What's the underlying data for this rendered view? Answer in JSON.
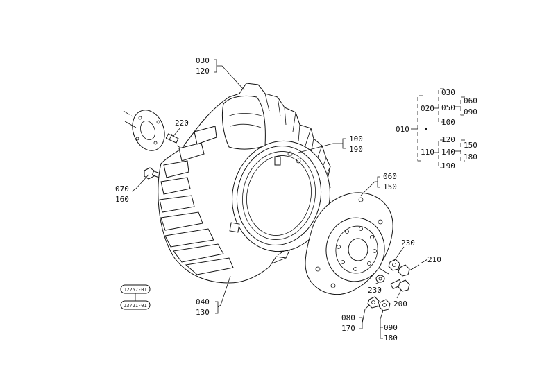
{
  "callouts": {
    "c030_120": [
      "030",
      "120"
    ],
    "c220": "220",
    "c070_160": [
      "070",
      "160"
    ],
    "c100_190": [
      "100",
      "190"
    ],
    "c060_150": [
      "060",
      "150"
    ],
    "c230a": "230",
    "c210": "210",
    "c230b": "230",
    "c200": "200",
    "c040_130": [
      "040",
      "130"
    ],
    "c080_170": [
      "080",
      "170"
    ],
    "c090_180": [
      "090",
      "180"
    ]
  },
  "tree": {
    "root": "010",
    "branch_a": "020",
    "branch_a_items": [
      "030",
      "050",
      "100"
    ],
    "branch_a_sub": [
      "060",
      "090"
    ],
    "branch_b": "110",
    "branch_b_items": [
      "120",
      "140",
      "190"
    ],
    "branch_b_sub": [
      "150",
      "180"
    ]
  },
  "badges": [
    "J2257-01",
    "J3721-01"
  ]
}
